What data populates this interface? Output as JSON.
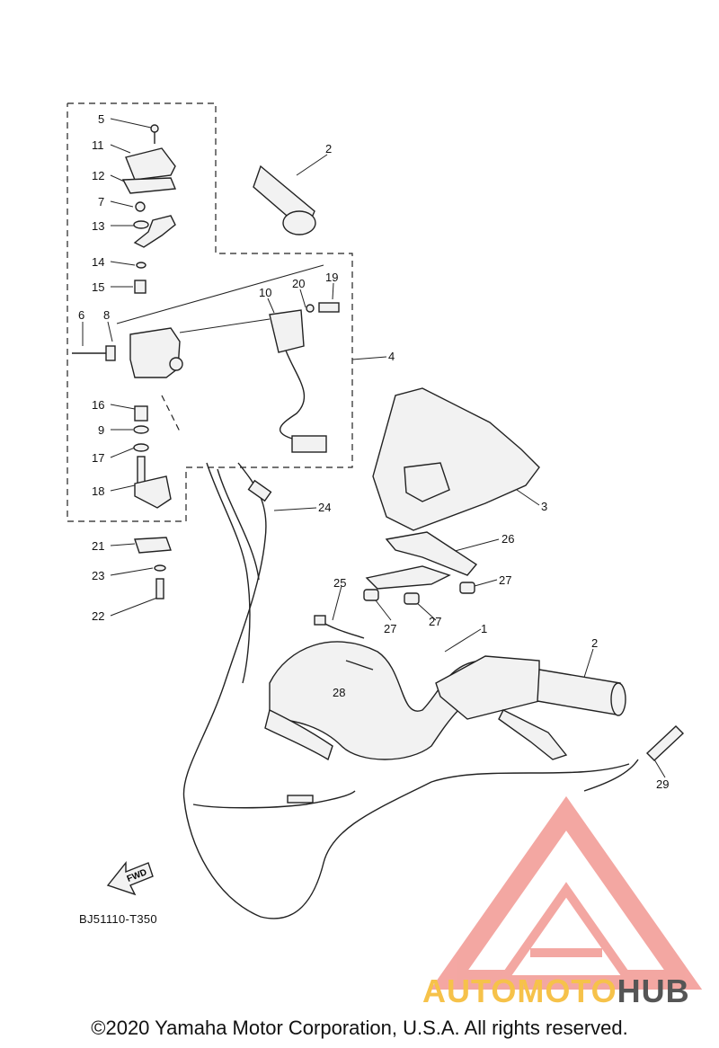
{
  "diagram": {
    "callouts": [
      {
        "id": "c5",
        "text": "5"
      },
      {
        "id": "c11",
        "text": "11"
      },
      {
        "id": "c12",
        "text": "12"
      },
      {
        "id": "c7",
        "text": "7"
      },
      {
        "id": "c13",
        "text": "13"
      },
      {
        "id": "c14",
        "text": "14"
      },
      {
        "id": "c15",
        "text": "15"
      },
      {
        "id": "c6",
        "text": "6"
      },
      {
        "id": "c8",
        "text": "8"
      },
      {
        "id": "c16",
        "text": "16"
      },
      {
        "id": "c9",
        "text": "9"
      },
      {
        "id": "c17",
        "text": "17"
      },
      {
        "id": "c18",
        "text": "18"
      },
      {
        "id": "c21",
        "text": "21"
      },
      {
        "id": "c23",
        "text": "23"
      },
      {
        "id": "c22",
        "text": "22"
      },
      {
        "id": "c2a",
        "text": "2"
      },
      {
        "id": "c10",
        "text": "10"
      },
      {
        "id": "c20",
        "text": "20"
      },
      {
        "id": "c19",
        "text": "19"
      },
      {
        "id": "c4",
        "text": "4"
      },
      {
        "id": "c3",
        "text": "3"
      },
      {
        "id": "c24",
        "text": "24"
      },
      {
        "id": "c26",
        "text": "26"
      },
      {
        "id": "c25",
        "text": "25"
      },
      {
        "id": "c27a",
        "text": "27"
      },
      {
        "id": "c27b",
        "text": "27"
      },
      {
        "id": "c27c",
        "text": "27"
      },
      {
        "id": "c1",
        "text": "1"
      },
      {
        "id": "c2b",
        "text": "2"
      },
      {
        "id": "c28",
        "text": "28"
      },
      {
        "id": "c29",
        "text": "29"
      }
    ],
    "fwd_label": "FWD",
    "code": "BJ51110-T350"
  },
  "watermark": {
    "part1": "AUTOMOTO",
    "part2": "HUB",
    "color_accent": "#f6c24a",
    "color_dark": "#555555",
    "logo_color": "#f08a84"
  },
  "footer": {
    "copyright": "©2020 Yamaha Motor Corporation, U.S.A. All rights reserved."
  }
}
